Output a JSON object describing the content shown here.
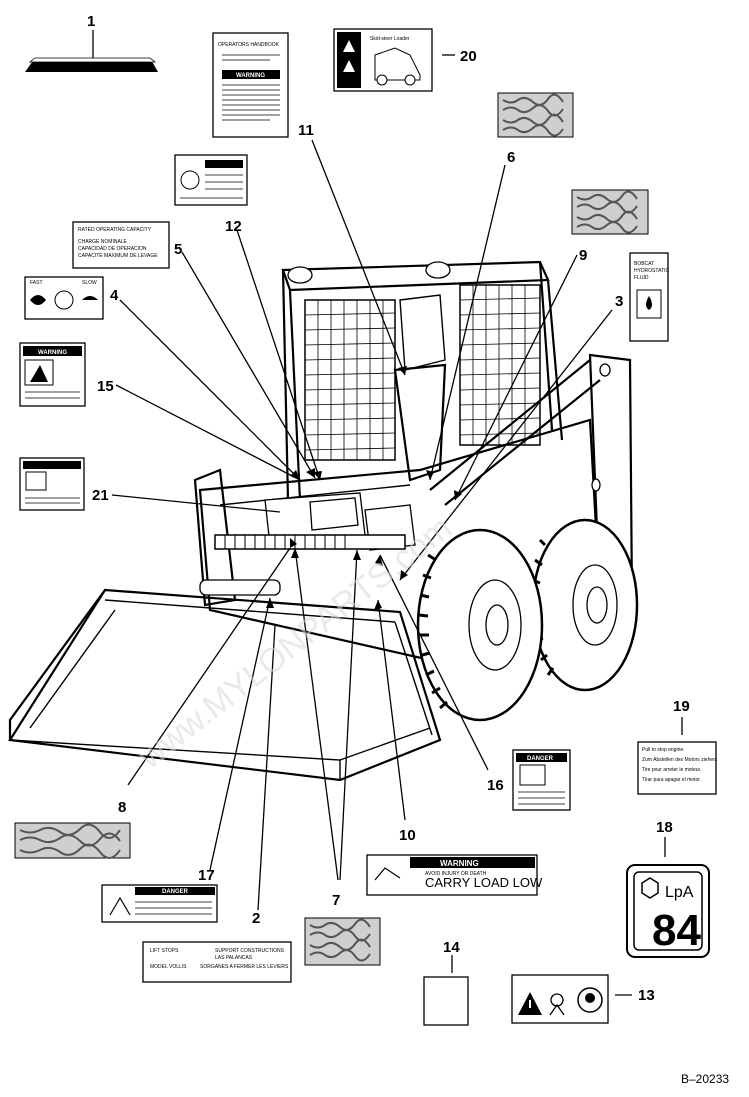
{
  "diagram": {
    "reference_code": "B–20233",
    "watermark": "www.MYLONPARTS.com",
    "callouts": [
      "1",
      "2",
      "3",
      "4",
      "5",
      "6",
      "7",
      "8",
      "9",
      "10",
      "11",
      "12",
      "13",
      "14",
      "15",
      "16",
      "17",
      "18",
      "19",
      "20",
      "21"
    ],
    "decals": {
      "rated_capacity": {
        "line1": "RATED OPERATING CAPACITY",
        "line2": "CHARGE NOMINALE",
        "line3": "CAPACIDAD DE OPERACION",
        "line4": "CAPACITE MAXIMUM DE LEVAGE"
      },
      "fast_slow": {
        "fast": "FAST",
        "slow": "SLOW"
      },
      "warning_label": "WARNING",
      "danger_label": "DANGER",
      "hydrostatic": {
        "line1": "BOBCAT",
        "line2": "HYDROSTATIC",
        "line3": "FLUID"
      },
      "carry_load": {
        "header": "WARNING",
        "subheader": "AVOID INJURY OR DEATH",
        "main": "CARRY LOAD LOW"
      },
      "stop_engine": {
        "line1": "Pull to stop engine.",
        "line2": "Zum Abstellen des Motors ziehen.",
        "line3": "Tire pour arreter le moteur.",
        "line4": "Tirar para apagar el motor."
      },
      "noise": {
        "label": "LpA",
        "value": "84"
      },
      "loader_label": "Skid-steer Loader",
      "operators_handbook": "OPERATORS HANDBOOK",
      "lift_arm": {
        "line1": "LIFT STOPS",
        "line2": "SUPPORT CONSTRUCTIONS",
        "line3": "LAS PALANCAS",
        "line4": "MODEL VOLLIS",
        "line5": "SORGANES A FERMER LES LEVIERS"
      }
    }
  }
}
